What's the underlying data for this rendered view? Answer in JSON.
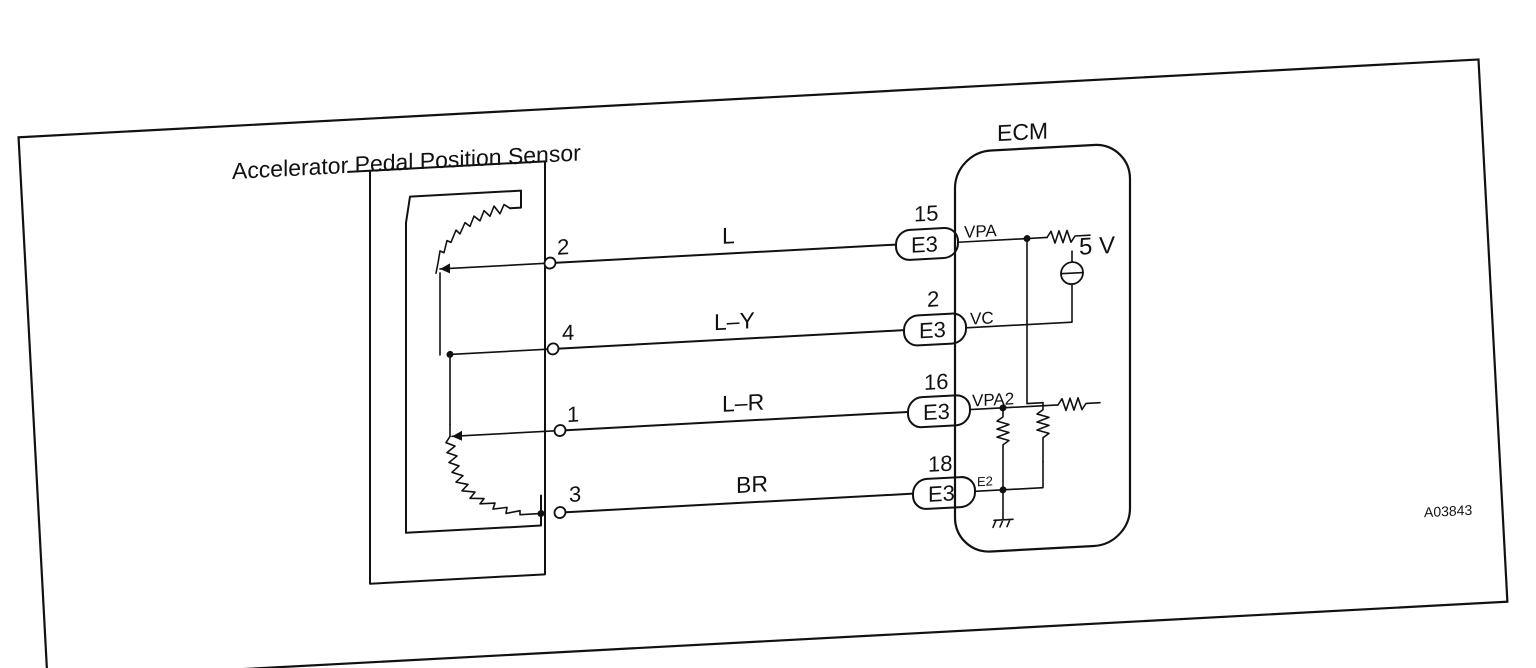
{
  "sensor": {
    "title": "Accelerator Pedal Position Sensor"
  },
  "ecm": {
    "title": "ECM",
    "pins": [
      "VPA",
      "VC",
      "VPA2",
      "E2"
    ],
    "supply": "5 V"
  },
  "wires": [
    {
      "sensor_terminal": "2",
      "color": "L",
      "ecm_pin_no": "15",
      "connector": "E3",
      "ecm_pin": "VPA"
    },
    {
      "sensor_terminal": "4",
      "color": "L–Y",
      "ecm_pin_no": "2",
      "connector": "E3",
      "ecm_pin": "VC"
    },
    {
      "sensor_terminal": "1",
      "color": "L–R",
      "ecm_pin_no": "16",
      "connector": "E3",
      "ecm_pin": "VPA2"
    },
    {
      "sensor_terminal": "3",
      "color": "BR",
      "ecm_pin_no": "18",
      "connector": "E3",
      "ecm_pin": "E2"
    }
  ],
  "figure_id": "A03843"
}
